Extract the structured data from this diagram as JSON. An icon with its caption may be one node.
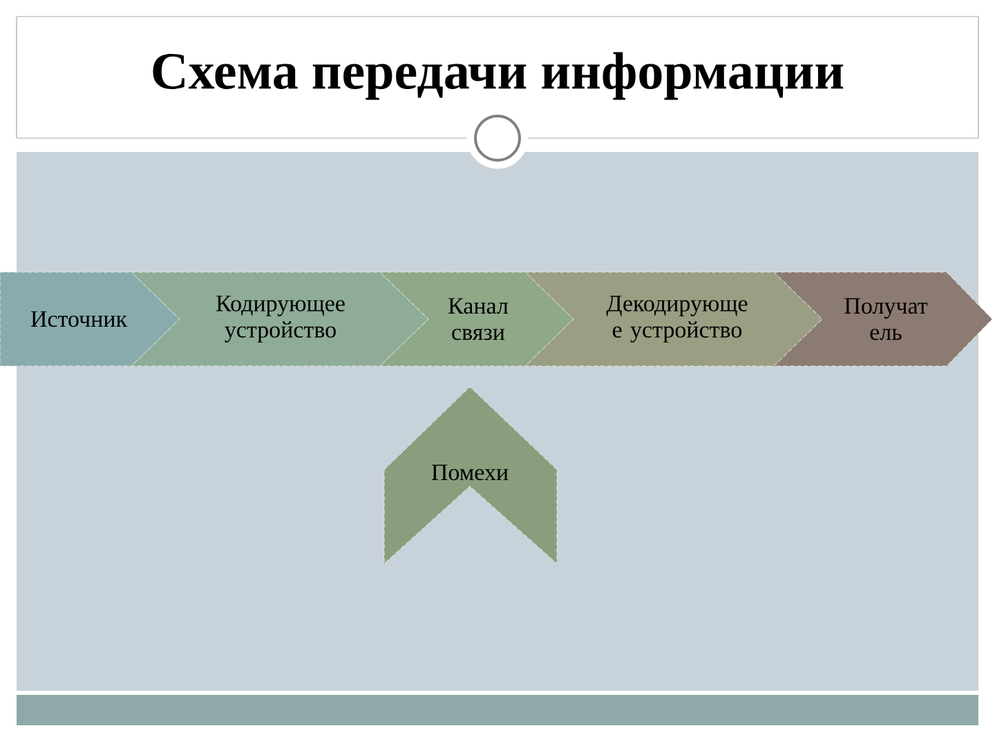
{
  "diagram": {
    "title": "Схема передачи информации",
    "nodes": [
      {
        "text": [
          "Источник"
        ]
      },
      {
        "text": [
          "Кодирующее устройство"
        ]
      },
      {
        "text": [
          "Канал связи"
        ]
      },
      {
        "text": [
          "Декодирующе е устройство"
        ]
      },
      {
        "text": [
          "Получат ель"
        ]
      },
      {
        "text": [
          "Помехи"
        ]
      }
    ]
  }
}
